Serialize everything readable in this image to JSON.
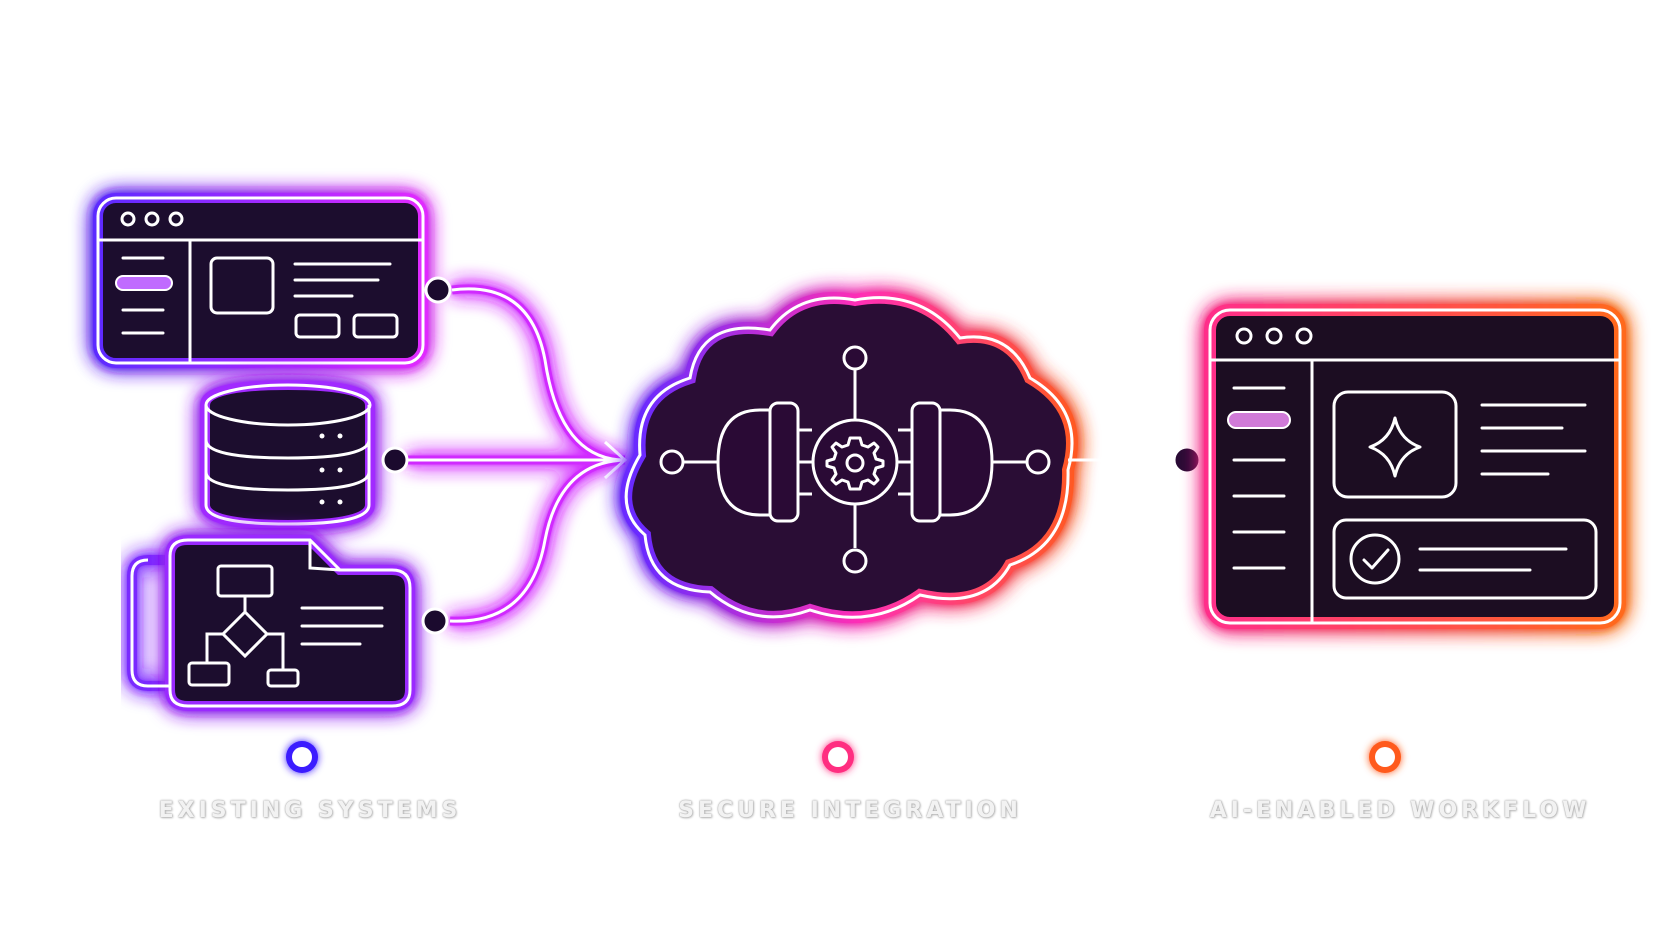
{
  "stages": {
    "existing": {
      "label": "EXISTING SYSTEMS",
      "color": "#5b2bff"
    },
    "secure": {
      "label": "SECURE INTEGRATION",
      "color": "#ff2fa8"
    },
    "ai": {
      "label": "AI-ENABLED WORKFLOW",
      "color": "#ff6a1a"
    }
  },
  "icons": {
    "left_window": "app-window-icon",
    "database": "database-icon",
    "document": "flowchart-document-icon",
    "hub": "cloud-plug-gear-icon",
    "right_window": "ai-app-window-icon",
    "sparkle": "sparkle-icon",
    "check": "check-circle-icon"
  }
}
